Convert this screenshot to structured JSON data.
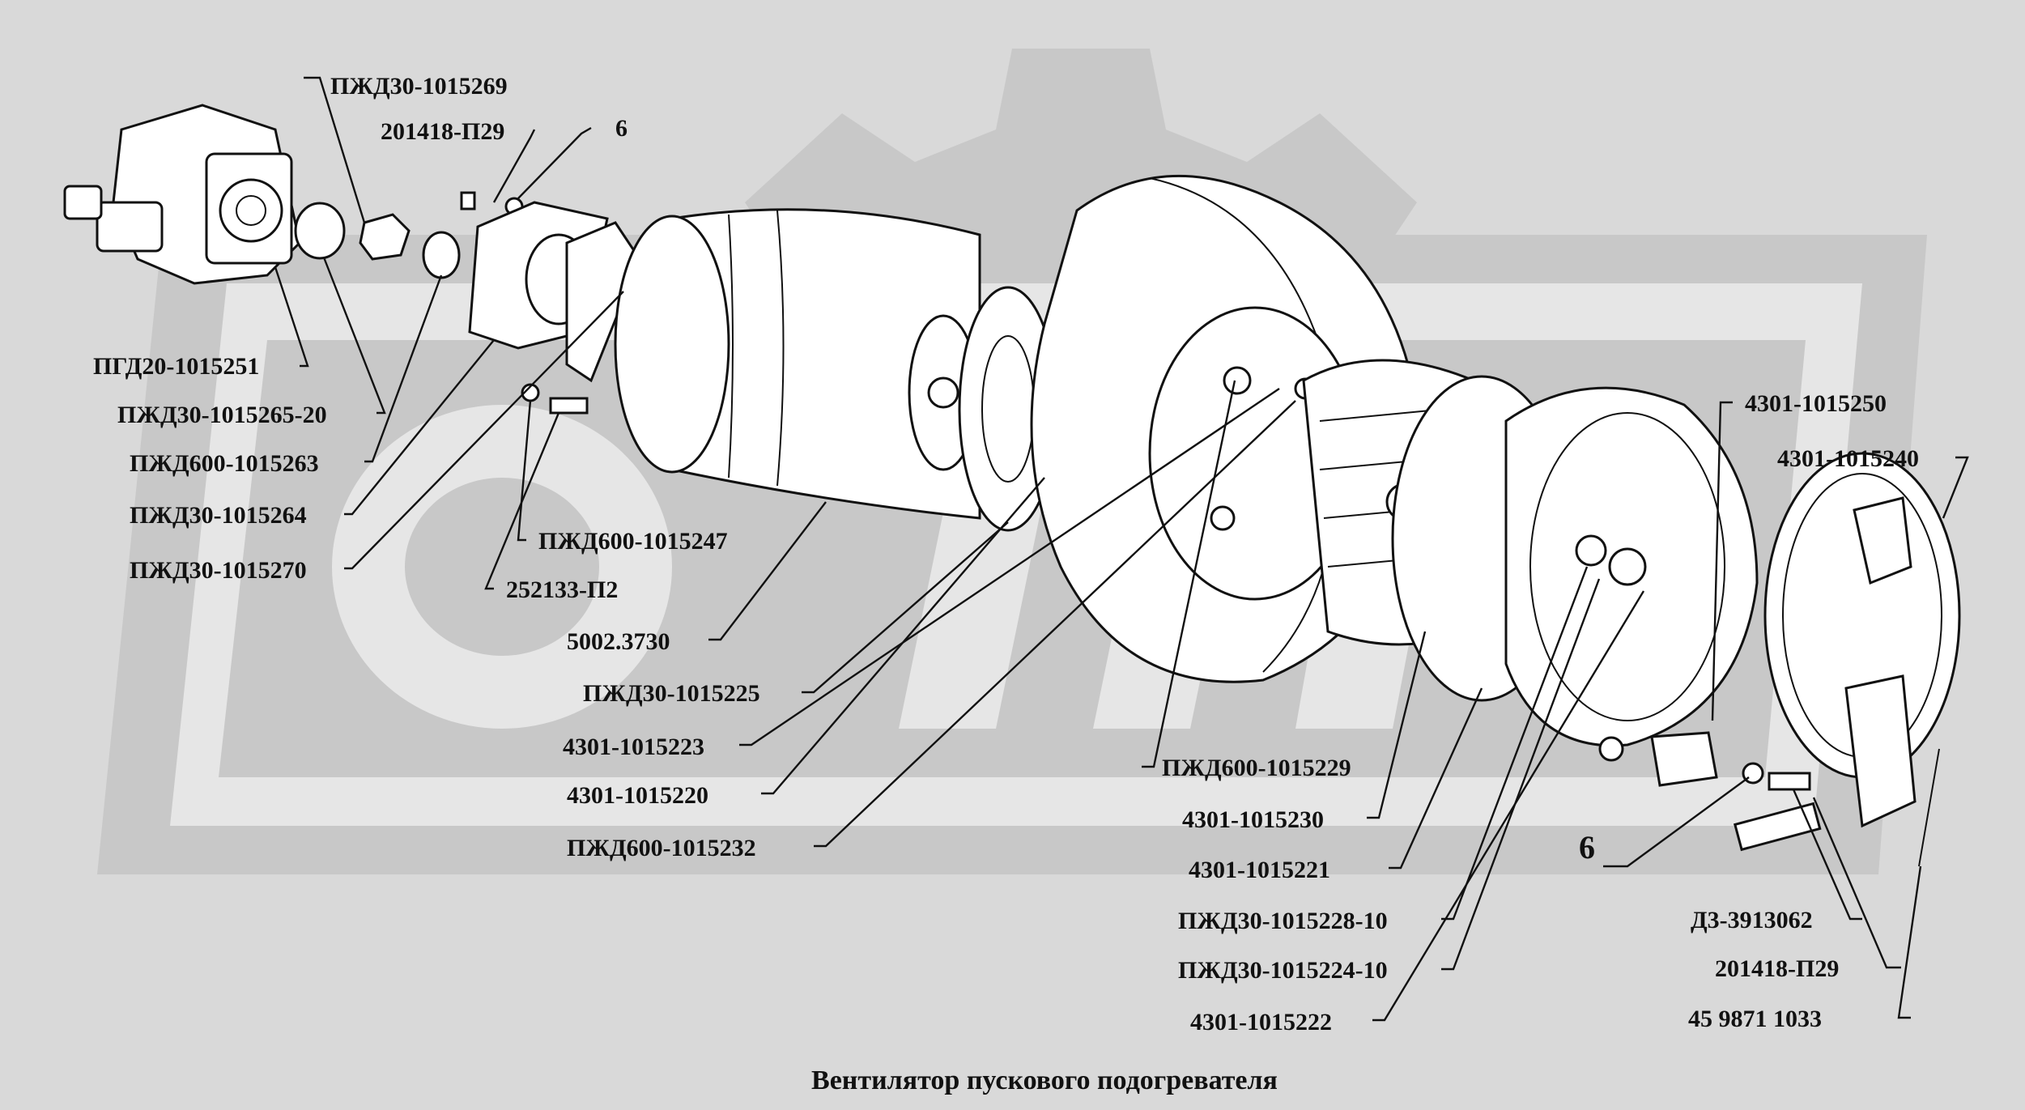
{
  "caption": "Вентилятор пускового подогревателя",
  "labels": {
    "l01": "ПЖД30-1015269",
    "l02": "201418-П29",
    "l03": "6",
    "l04": "ПГД20-1015251",
    "l05": "ПЖД30-1015265-20",
    "l06": "ПЖД600-1015263",
    "l07": "ПЖД30-1015264",
    "l08": "ПЖД30-1015270",
    "l09": "ПЖД600-1015247",
    "l10": "252133-П2",
    "l11": "5002.3730",
    "l12": "ПЖД30-1015225",
    "l13": "4301-1015223",
    "l14": "4301-1015220",
    "l15": "ПЖД600-1015232",
    "l16": "ПЖД600-1015229",
    "l17": "4301-1015230",
    "l18": "4301-1015221",
    "l19": "ПЖД30-1015228-10",
    "l20": "ПЖД30-1015224-10",
    "l21": "4301-1015222",
    "l22": "4301-1015250",
    "l23": "4301-1015240",
    "l24": "6",
    "l25": "Д3-3913062",
    "l26": "201418-П29",
    "l27": "45 9871 1033"
  }
}
